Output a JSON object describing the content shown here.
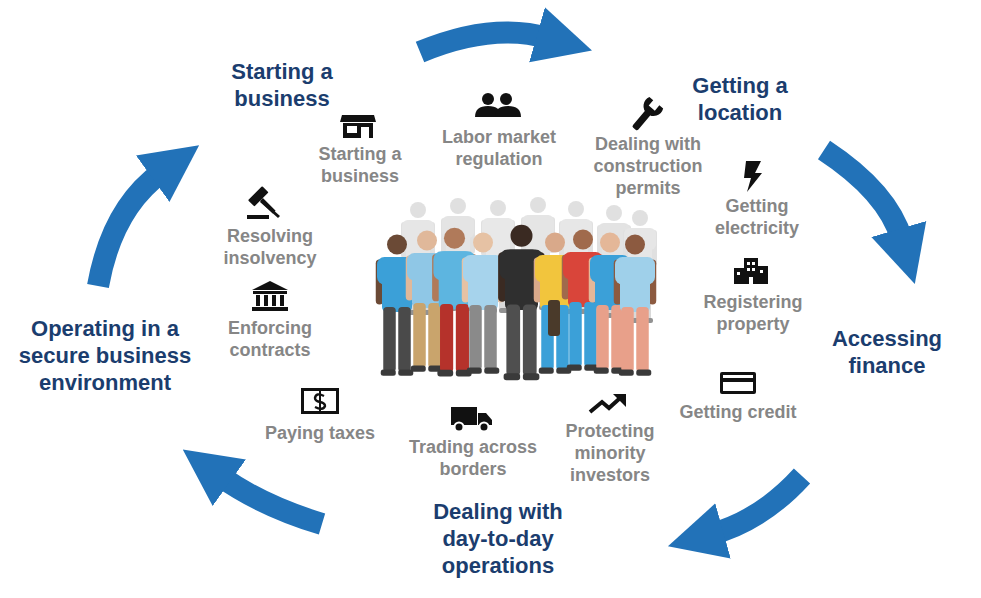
{
  "diagram": {
    "labels": [
      "Starting a business",
      "Getting a location",
      "Accessing finance",
      "Dealing with day-to-day operations",
      "Operating in a secure business environment",
      "Starting a business",
      "Labor market regulation",
      "Dealing with construction permits",
      "Getting electricity",
      "Registering property",
      "Getting credit",
      "Protecting minority investors",
      "Trading across borders",
      "Paying taxes",
      "Enforcing contracts",
      "Resolving insolvency"
    ]
  }
}
